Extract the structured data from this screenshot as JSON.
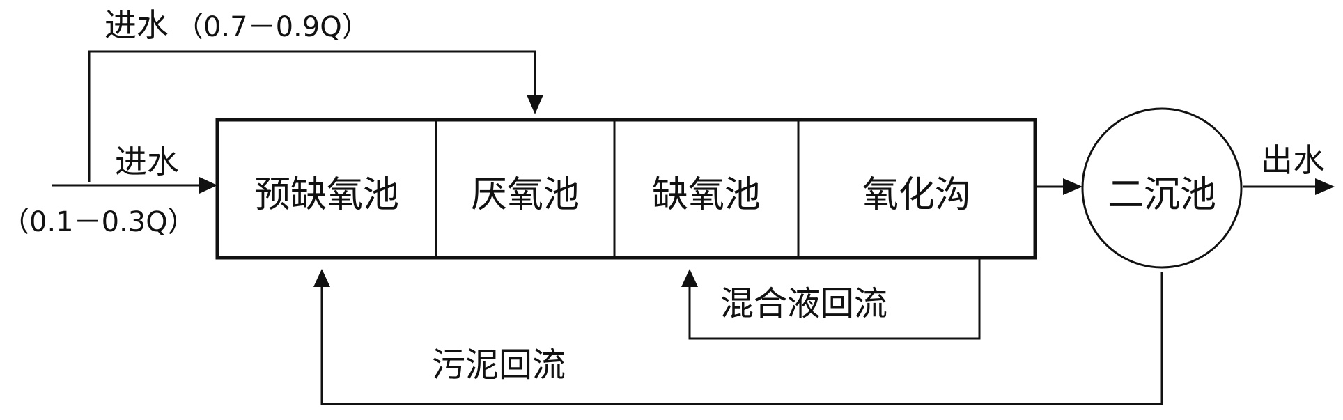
{
  "inflow_top": {
    "label": "进水",
    "fraction": "（0.7－0.9Q）"
  },
  "inflow_left": {
    "label": "进水",
    "fraction": "（0.1－0.3Q）"
  },
  "tanks": [
    {
      "label": "预缺氧池"
    },
    {
      "label": "厌氧池"
    },
    {
      "label": "缺氧池"
    },
    {
      "label": "氧化沟"
    }
  ],
  "clarifier": {
    "label": "二沉池"
  },
  "outflow": {
    "label": "出水"
  },
  "mixed_liquor_return": {
    "label": "混合液回流"
  },
  "sludge_return": {
    "label": "污泥回流"
  }
}
